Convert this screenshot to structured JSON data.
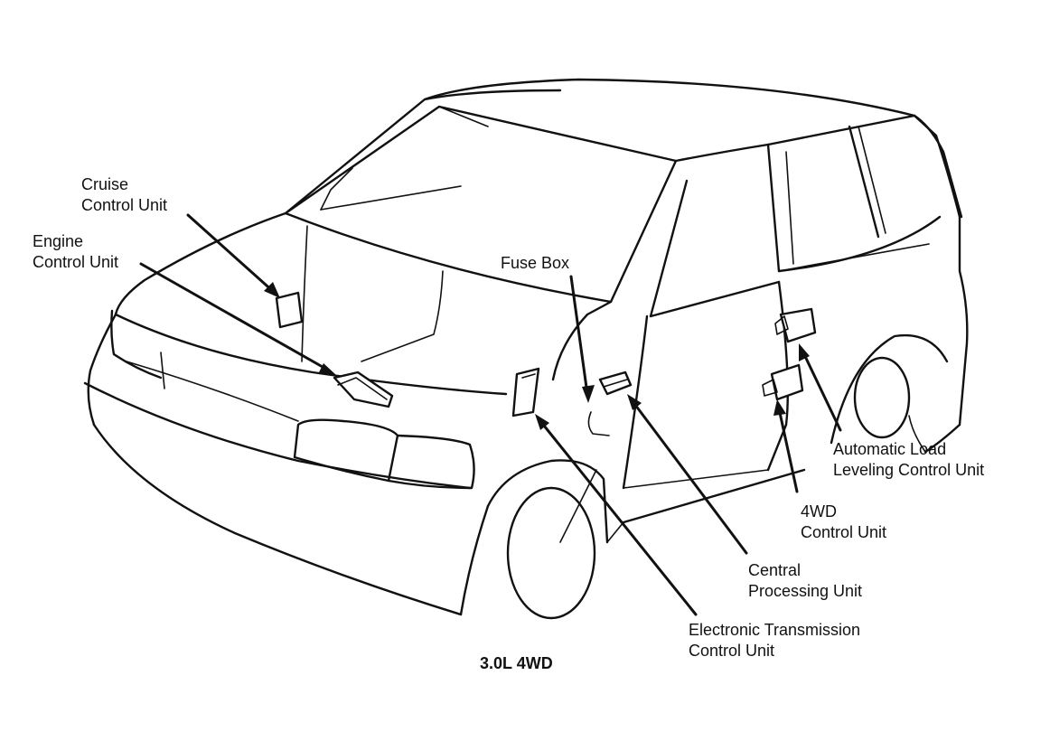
{
  "diagram": {
    "caption": "3.0L 4WD",
    "labels": {
      "cruise_control_unit": [
        "Cruise",
        "Control Unit"
      ],
      "engine_control_unit": [
        "Engine",
        "Control Unit"
      ],
      "fuse_box": [
        "Fuse Box"
      ],
      "automatic_load_leveling_control_unit": [
        "Automatic Load",
        "Leveling Control Unit"
      ],
      "4wd_control_unit": [
        "4WD",
        "Control Unit"
      ],
      "central_processing_unit": [
        "Central",
        "Processing Unit"
      ],
      "electronic_transmission_control_unit": [
        "Electronic Transmission",
        "Control Unit"
      ]
    }
  }
}
